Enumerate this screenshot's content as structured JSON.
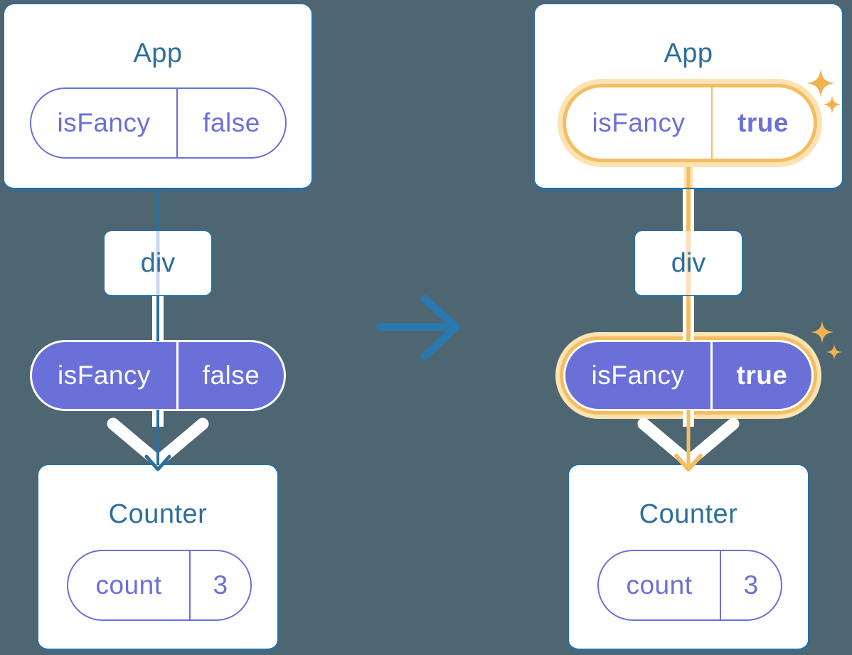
{
  "diagram": {
    "description_labels": {},
    "before": {
      "app": {
        "title": "App",
        "state": {
          "key": "isFancy",
          "value": "false"
        }
      },
      "div": {
        "label": "div"
      },
      "prop": {
        "key": "isFancy",
        "value": "false"
      },
      "counter": {
        "title": "Counter",
        "state": {
          "key": "count",
          "value": "3"
        }
      }
    },
    "after": {
      "app": {
        "title": "App",
        "state": {
          "key": "isFancy",
          "value": "true"
        }
      },
      "div": {
        "label": "div"
      },
      "prop": {
        "key": "isFancy",
        "value": "true"
      },
      "counter": {
        "title": "Counter",
        "state": {
          "key": "count",
          "value": "3"
        }
      }
    }
  },
  "colors": {
    "background": "#4D6672",
    "card_fill": "#FFFFFF",
    "card_border": "#2B6F9E",
    "title_text": "#2D6F9B",
    "purple": "#6B70D8",
    "pill_text_on_purple": "#FFFFFF",
    "highlight_orange": "#F5BD62",
    "highlight_glow": "#FBE3B2",
    "sparkle_orange": "#F2B24F",
    "transition_arrow_blue": "#2B78AE",
    "faded_line_blue": "#CBD7EF",
    "faded_line_orange": "#FAE2BD"
  }
}
